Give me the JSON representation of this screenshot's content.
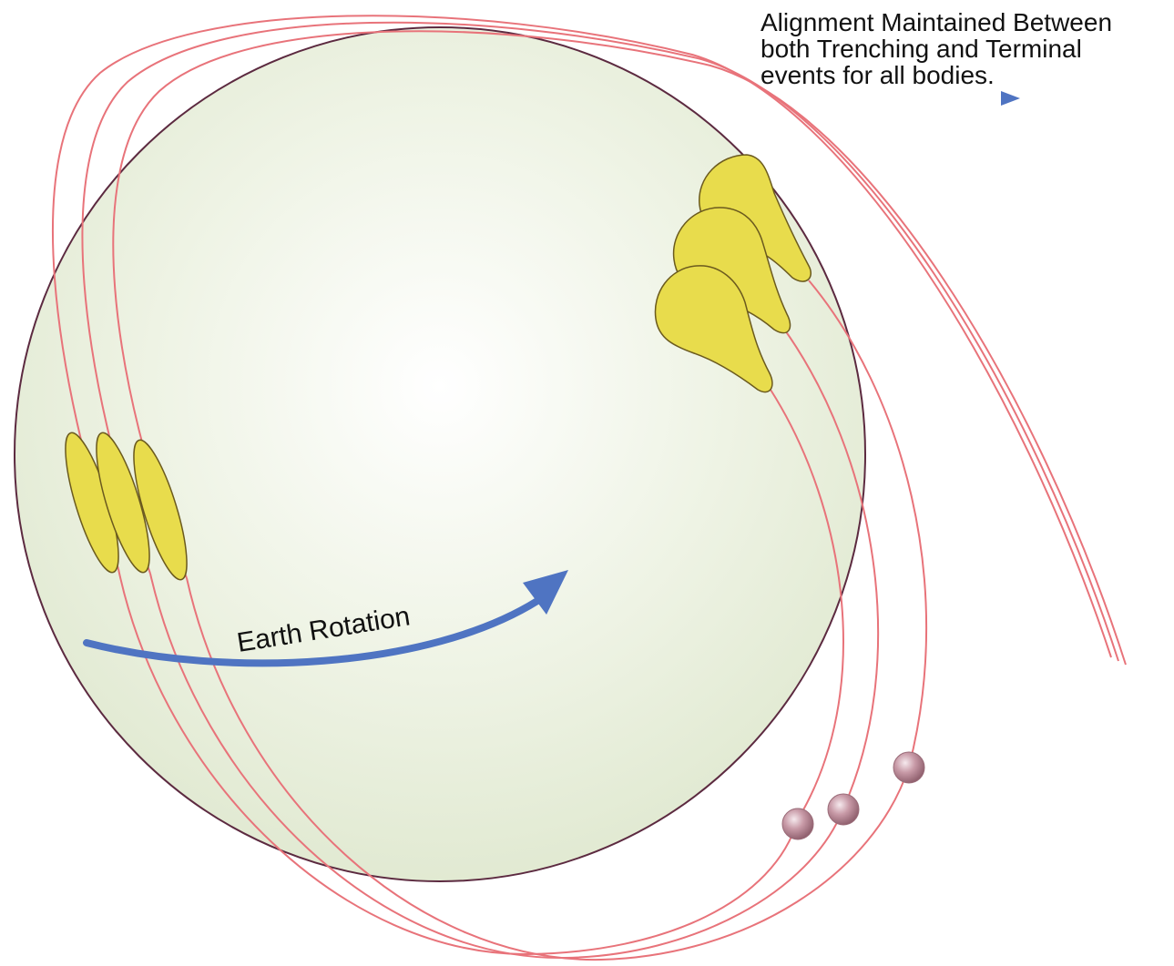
{
  "annotation": {
    "lines": [
      "Alignment Maintained Between",
      "both Trenching and Terminal",
      "events for all bodies."
    ]
  },
  "rotation": {
    "label": "Earth Rotation"
  },
  "colors": {
    "sphere_fill_center": "#ffffff",
    "sphere_fill_edge": "#e2ebd3",
    "sphere_outline": "#5c2a40",
    "orbit_line": "#e8737a",
    "trench_fill": "#e8dc4c",
    "trench_outline": "#6b5a1e",
    "rotation_arrow": "#4f74c2",
    "pointer_arrow": "#4f74c2",
    "body_fill": "#c79aa6",
    "body_highlight": "#f4e6ea",
    "body_shadow": "#8a5a68"
  }
}
